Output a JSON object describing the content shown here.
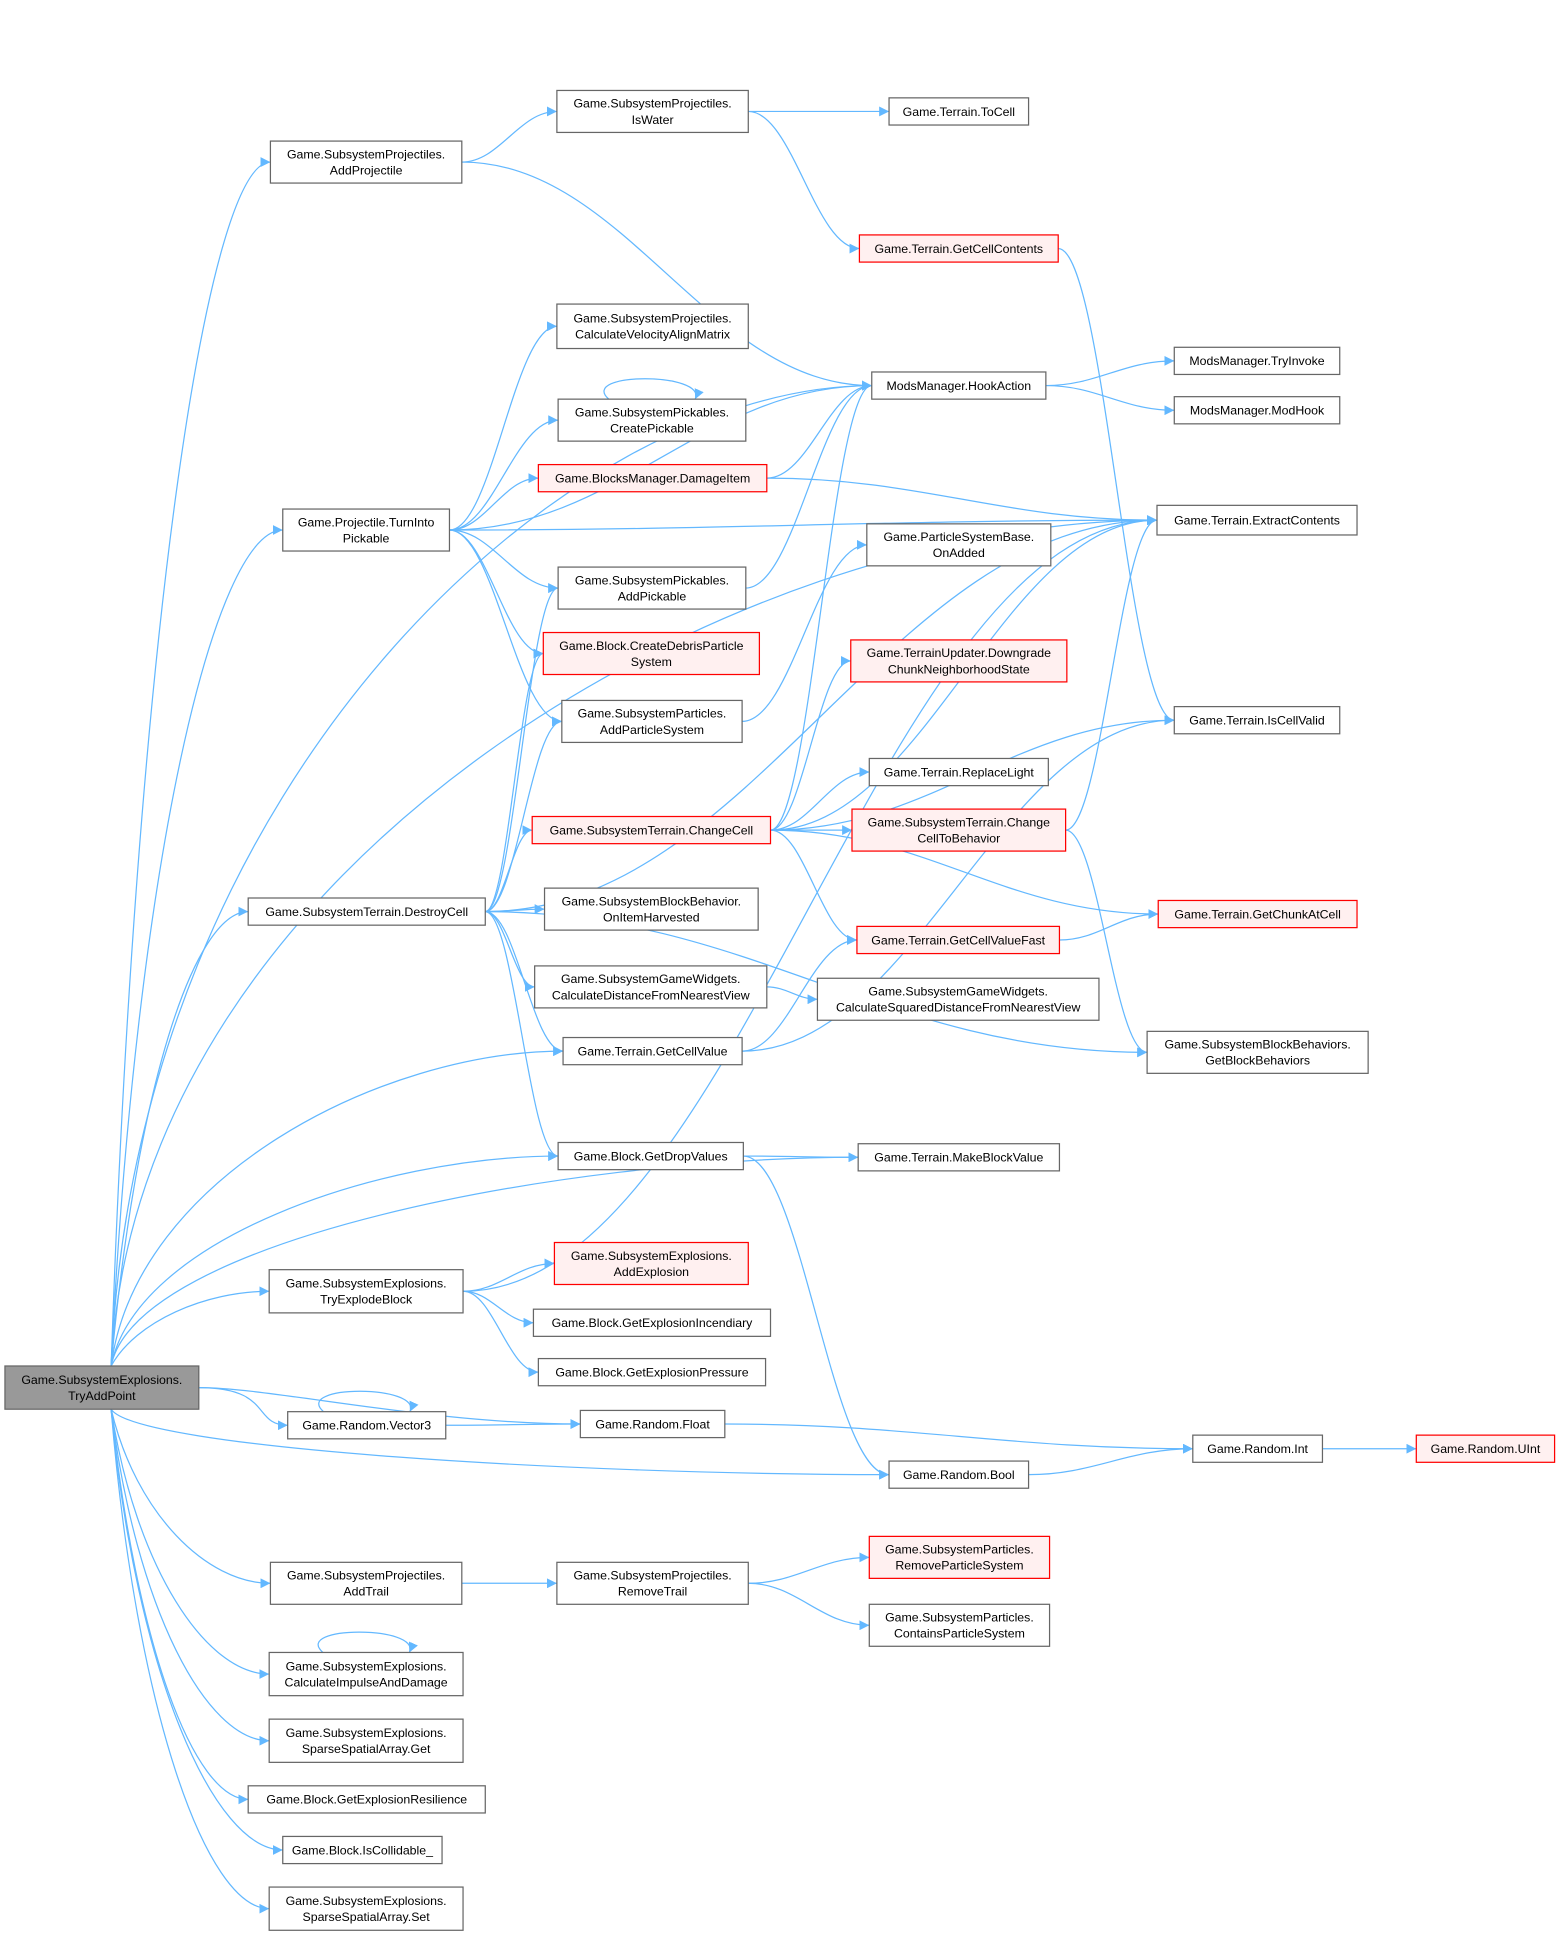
{
  "title": "Game.SubsystemExplosions.TryAddPoint call graph",
  "colors": {
    "edge": "#63b8ff",
    "root_fill": "#999999",
    "red_border": "#ff0000",
    "red_fill": "#fff0f0",
    "border": "#666666"
  },
  "nodes": [
    {
      "id": "n0",
      "kind": "root",
      "lines": [
        "Game.SubsystemExplosions.",
        "TryAddPoint"
      ]
    },
    {
      "id": "n1",
      "kind": "normal",
      "lines": [
        "Game.SubsystemProjectiles.",
        "AddProjectile"
      ]
    },
    {
      "id": "n2",
      "kind": "normal",
      "lines": [
        "Game.SubsystemProjectiles.",
        "IsWater"
      ]
    },
    {
      "id": "n3",
      "kind": "normal",
      "lines": [
        "Game.Terrain.ToCell"
      ]
    },
    {
      "id": "n4",
      "kind": "red",
      "lines": [
        "Game.Terrain.GetCellContents"
      ]
    },
    {
      "id": "n5",
      "kind": "normal",
      "lines": [
        "ModsManager.HookAction"
      ]
    },
    {
      "id": "n6",
      "kind": "normal",
      "lines": [
        "ModsManager.TryInvoke"
      ]
    },
    {
      "id": "n7",
      "kind": "normal",
      "lines": [
        "ModsManager.ModHook"
      ]
    },
    {
      "id": "n8",
      "kind": "normal",
      "lines": [
        "Game.SubsystemProjectiles.",
        "CalculateVelocityAlignMatrix"
      ]
    },
    {
      "id": "n9",
      "kind": "normal",
      "lines": [
        "Game.SubsystemPickables.",
        "CreatePickable"
      ]
    },
    {
      "id": "n10",
      "kind": "red",
      "lines": [
        "Game.BlocksManager.DamageItem"
      ]
    },
    {
      "id": "n11",
      "kind": "normal",
      "lines": [
        "Game.Terrain.ExtractContents"
      ]
    },
    {
      "id": "n12",
      "kind": "normal",
      "lines": [
        "Game.Projectile.TurnInto",
        "Pickable"
      ]
    },
    {
      "id": "n13",
      "kind": "normal",
      "lines": [
        "Game.ParticleSystemBase.",
        "OnAdded"
      ]
    },
    {
      "id": "n14",
      "kind": "normal",
      "lines": [
        "Game.SubsystemPickables.",
        "AddPickable"
      ]
    },
    {
      "id": "n15",
      "kind": "red",
      "lines": [
        "Game.Block.CreateDebrisParticle",
        "System"
      ]
    },
    {
      "id": "n16",
      "kind": "red",
      "lines": [
        "Game.TerrainUpdater.Downgrade",
        "ChunkNeighborhoodState"
      ]
    },
    {
      "id": "n17",
      "kind": "normal",
      "lines": [
        "Game.SubsystemParticles.",
        "AddParticleSystem"
      ]
    },
    {
      "id": "n18",
      "kind": "normal",
      "lines": [
        "Game.Terrain.IsCellValid"
      ]
    },
    {
      "id": "n19",
      "kind": "normal",
      "lines": [
        "Game.Terrain.ReplaceLight"
      ]
    },
    {
      "id": "n20",
      "kind": "red",
      "lines": [
        "Game.SubsystemTerrain.ChangeCell"
      ]
    },
    {
      "id": "n21",
      "kind": "red",
      "lines": [
        "Game.SubsystemTerrain.Change",
        "CellToBehavior"
      ]
    },
    {
      "id": "n22",
      "kind": "normal",
      "lines": [
        "Game.SubsystemTerrain.DestroyCell"
      ]
    },
    {
      "id": "n23",
      "kind": "normal",
      "lines": [
        "Game.SubsystemBlockBehavior.",
        "OnItemHarvested"
      ]
    },
    {
      "id": "n24",
      "kind": "red",
      "lines": [
        "Game.Terrain.GetChunkAtCell"
      ]
    },
    {
      "id": "n25",
      "kind": "red",
      "lines": [
        "Game.Terrain.GetCellValueFast"
      ]
    },
    {
      "id": "n26",
      "kind": "normal",
      "lines": [
        "Game.SubsystemGameWidgets.",
        "CalculateDistanceFromNearestView"
      ]
    },
    {
      "id": "n27",
      "kind": "normal",
      "lines": [
        "Game.SubsystemGameWidgets.",
        "CalculateSquaredDistanceFromNearestView"
      ]
    },
    {
      "id": "n28",
      "kind": "normal",
      "lines": [
        "Game.Terrain.GetCellValue"
      ]
    },
    {
      "id": "n29",
      "kind": "normal",
      "lines": [
        "Game.SubsystemBlockBehaviors.",
        "GetBlockBehaviors"
      ]
    },
    {
      "id": "n30",
      "kind": "normal",
      "lines": [
        "Game.Block.GetDropValues"
      ]
    },
    {
      "id": "n31",
      "kind": "normal",
      "lines": [
        "Game.Terrain.MakeBlockValue"
      ]
    },
    {
      "id": "n32",
      "kind": "normal",
      "lines": [
        "Game.SubsystemExplosions.",
        "TryExplodeBlock"
      ]
    },
    {
      "id": "n33",
      "kind": "red",
      "lines": [
        "Game.SubsystemExplosions.",
        "AddExplosion"
      ]
    },
    {
      "id": "n34",
      "kind": "normal",
      "lines": [
        "Game.Block.GetExplosionIncendiary"
      ]
    },
    {
      "id": "n35",
      "kind": "normal",
      "lines": [
        "Game.Block.GetExplosionPressure"
      ]
    },
    {
      "id": "n36",
      "kind": "normal",
      "lines": [
        "Game.Random.Vector3"
      ]
    },
    {
      "id": "n37",
      "kind": "normal",
      "lines": [
        "Game.Random.Float"
      ]
    },
    {
      "id": "n38",
      "kind": "normal",
      "lines": [
        "Game.Random.Int"
      ]
    },
    {
      "id": "n39",
      "kind": "red",
      "lines": [
        "Game.Random.UInt"
      ]
    },
    {
      "id": "n40",
      "kind": "normal",
      "lines": [
        "Game.Random.Bool"
      ]
    },
    {
      "id": "n41",
      "kind": "normal",
      "lines": [
        "Game.SubsystemProjectiles.",
        "AddTrail"
      ]
    },
    {
      "id": "n42",
      "kind": "normal",
      "lines": [
        "Game.SubsystemProjectiles.",
        "RemoveTrail"
      ]
    },
    {
      "id": "n43",
      "kind": "red",
      "lines": [
        "Game.SubsystemParticles.",
        "RemoveParticleSystem"
      ]
    },
    {
      "id": "n44",
      "kind": "normal",
      "lines": [
        "Game.SubsystemParticles.",
        "ContainsParticleSystem"
      ]
    },
    {
      "id": "n45",
      "kind": "normal",
      "lines": [
        "Game.SubsystemExplosions.",
        "CalculateImpulseAndDamage"
      ]
    },
    {
      "id": "n46",
      "kind": "normal",
      "lines": [
        "Game.SubsystemExplosions.",
        "SparseSpatialArray.Get"
      ]
    },
    {
      "id": "n47",
      "kind": "normal",
      "lines": [
        "Game.Block.GetExplosionResilience"
      ]
    },
    {
      "id": "n48",
      "kind": "normal",
      "lines": [
        "Game.Block.IsCollidable_"
      ]
    },
    {
      "id": "n49",
      "kind": "normal",
      "lines": [
        "Game.SubsystemExplosions.",
        "SparseSpatialArray.Set"
      ]
    }
  ],
  "edges": [
    [
      "n0",
      "n1"
    ],
    [
      "n0",
      "n11"
    ],
    [
      "n0",
      "n5"
    ],
    [
      "n0",
      "n12"
    ],
    [
      "n0",
      "n22"
    ],
    [
      "n0",
      "n28"
    ],
    [
      "n0",
      "n30"
    ],
    [
      "n0",
      "n32"
    ],
    [
      "n0",
      "n37"
    ],
    [
      "n0",
      "n36"
    ],
    [
      "n0",
      "n31"
    ],
    [
      "n0",
      "n40"
    ],
    [
      "n0",
      "n41"
    ],
    [
      "n0",
      "n45"
    ],
    [
      "n0",
      "n46"
    ],
    [
      "n0",
      "n47"
    ],
    [
      "n0",
      "n48"
    ],
    [
      "n0",
      "n49"
    ],
    [
      "n1",
      "n2"
    ],
    [
      "n1",
      "n5"
    ],
    [
      "n2",
      "n3"
    ],
    [
      "n2",
      "n4"
    ],
    [
      "n4",
      "n18"
    ],
    [
      "n5",
      "n6"
    ],
    [
      "n5",
      "n7"
    ],
    [
      "n9",
      "n9"
    ],
    [
      "n10",
      "n5"
    ],
    [
      "n10",
      "n11"
    ],
    [
      "n12",
      "n5"
    ],
    [
      "n12",
      "n8"
    ],
    [
      "n12",
      "n9"
    ],
    [
      "n12",
      "n10"
    ],
    [
      "n12",
      "n11"
    ],
    [
      "n12",
      "n14"
    ],
    [
      "n12",
      "n15"
    ],
    [
      "n12",
      "n17"
    ],
    [
      "n14",
      "n5"
    ],
    [
      "n17",
      "n13"
    ],
    [
      "n20",
      "n11"
    ],
    [
      "n20",
      "n16"
    ],
    [
      "n20",
      "n18"
    ],
    [
      "n20",
      "n19"
    ],
    [
      "n20",
      "n21"
    ],
    [
      "n20",
      "n24"
    ],
    [
      "n20",
      "n25"
    ],
    [
      "n20",
      "n5"
    ],
    [
      "n21",
      "n11"
    ],
    [
      "n21",
      "n29"
    ],
    [
      "n22",
      "n14"
    ],
    [
      "n22",
      "n15"
    ],
    [
      "n22",
      "n17"
    ],
    [
      "n22",
      "n20"
    ],
    [
      "n22",
      "n23"
    ],
    [
      "n22",
      "n26"
    ],
    [
      "n22",
      "n28"
    ],
    [
      "n22",
      "n30"
    ],
    [
      "n22",
      "n29"
    ],
    [
      "n22",
      "n11"
    ],
    [
      "n25",
      "n24"
    ],
    [
      "n26",
      "n27"
    ],
    [
      "n28",
      "n25"
    ],
    [
      "n28",
      "n18"
    ],
    [
      "n30",
      "n31"
    ],
    [
      "n30",
      "n40"
    ],
    [
      "n32",
      "n33"
    ],
    [
      "n32",
      "n34"
    ],
    [
      "n32",
      "n35"
    ],
    [
      "n32",
      "n11"
    ],
    [
      "n36",
      "n36"
    ],
    [
      "n36",
      "n37"
    ],
    [
      "n37",
      "n38"
    ],
    [
      "n38",
      "n39"
    ],
    [
      "n40",
      "n38"
    ],
    [
      "n41",
      "n42"
    ],
    [
      "n42",
      "n43"
    ],
    [
      "n42",
      "n44"
    ],
    [
      "n45",
      "n45"
    ]
  ]
}
